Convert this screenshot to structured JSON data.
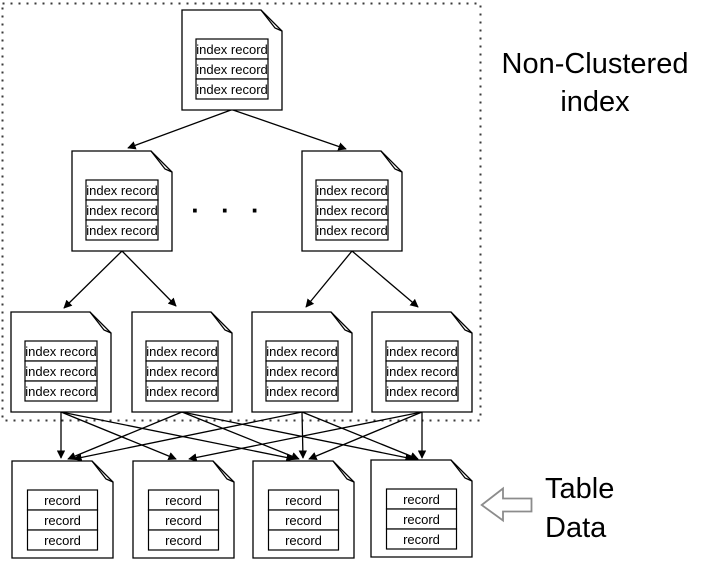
{
  "labels": {
    "index_region_line1": "Non-Clustered",
    "index_region_line2": "index",
    "table_region_line1": "Table",
    "table_region_line2": "Data",
    "ellipsis": "· · ·"
  },
  "index_pages": {
    "root": {
      "records": [
        "index record",
        "index record",
        "index record"
      ]
    },
    "internal_left": {
      "records": [
        "index record",
        "index record",
        "index record"
      ]
    },
    "internal_right": {
      "records": [
        "index record",
        "index record",
        "index record"
      ]
    },
    "leaf": [
      {
        "records": [
          "index record",
          "index record",
          "index record"
        ]
      },
      {
        "records": [
          "index record",
          "index record",
          "index record"
        ]
      },
      {
        "records": [
          "index record",
          "index record",
          "index record"
        ]
      },
      {
        "records": [
          "index record",
          "index record",
          "index record"
        ]
      }
    ]
  },
  "table_pages": [
    {
      "records": [
        "record",
        "record",
        "record"
      ]
    },
    {
      "records": [
        "record",
        "record",
        "record"
      ]
    },
    {
      "records": [
        "record",
        "record",
        "record"
      ]
    },
    {
      "records": [
        "record",
        "record",
        "record"
      ]
    }
  ],
  "colors": {
    "line": "#000000",
    "page-fill": "#ffffff",
    "text": "#000000",
    "dotted-border": "#3a3a3a",
    "block-arrow": "#8c8c8c"
  }
}
